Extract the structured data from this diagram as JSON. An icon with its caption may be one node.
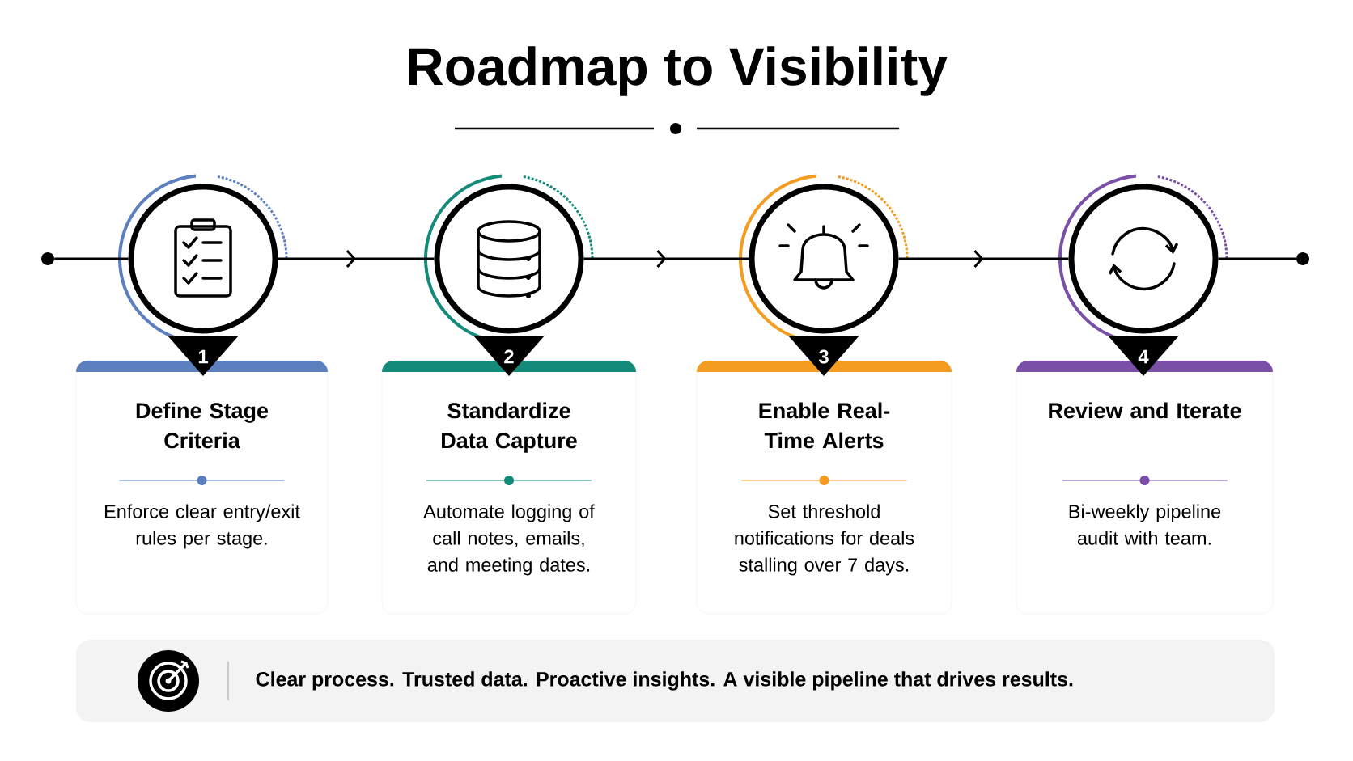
{
  "diagram": {
    "title": "Roadmap to Visibility",
    "nodes": [
      {
        "text": [],
        "shape": "circle"
      },
      {
        "text": [],
        "shape": "circle"
      },
      {
        "text": [],
        "shape": "circle"
      },
      {
        "text": [],
        "shape": "circle"
      },
      {
        "text": [],
        "shape": "circle"
      },
      {
        "text": [],
        "shape": "circle"
      },
      {
        "text": [
          "Define Stage Criteria",
          "Enforce clear entry/exit rules per stage."
        ]
      },
      {
        "text": [
          "Standardize Data Capture",
          "Automate logging of call notes, emails, and meeting dates."
        ]
      },
      {
        "text": [
          "Enable Real-Time Alerts",
          "Set threshold notifications for deals stalling over 7 days."
        ]
      },
      {
        "text": [
          "Review and Iterate",
          "Bi-weekly pipeline audit with team."
        ]
      },
      {
        "text": [
          "Clear process. Trusted data. Proactive insights. A visible pipeline that drives results."
        ]
      }
    ],
    "edges": [
      {
        "from": 0,
        "to": 1,
        "arrow": "none"
      },
      {
        "from": 1,
        "to": 2,
        "arrow": "to"
      },
      {
        "from": 2,
        "to": 3,
        "arrow": "to"
      },
      {
        "from": 3,
        "to": 4,
        "arrow": "to"
      },
      {
        "from": 4,
        "to": 5,
        "arrow": "none"
      }
    ],
    "labels": [
      "1",
      "2",
      "3",
      "4"
    ]
  }
}
